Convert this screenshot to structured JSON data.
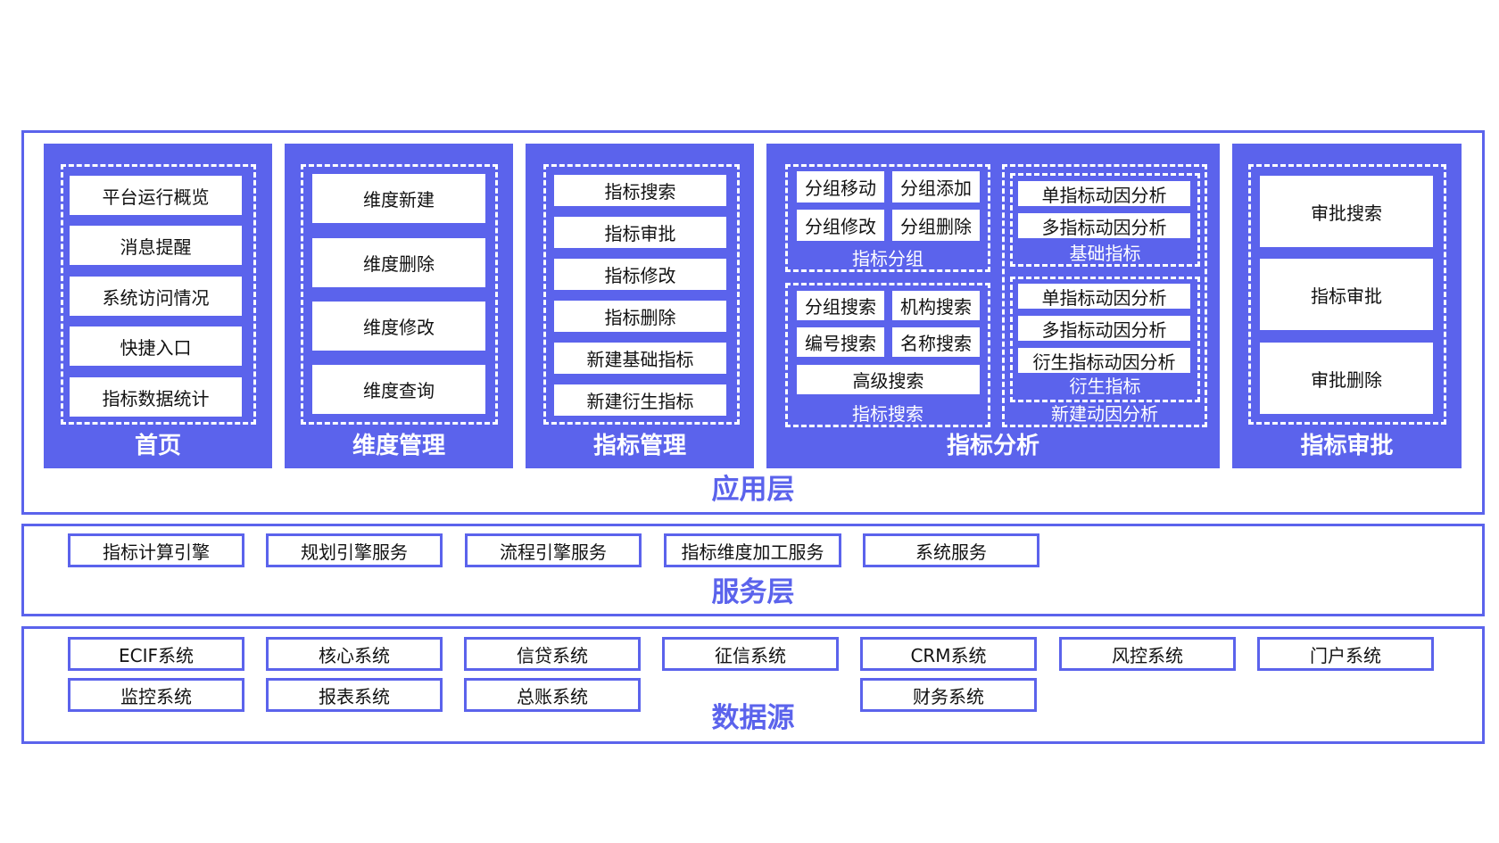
{
  "layers": {
    "app": "应用层",
    "service": "服务层",
    "data": "数据源"
  },
  "app": {
    "home": {
      "title": "首页",
      "items": [
        "平台运行概览",
        "消息提醒",
        "系统访问情况",
        "快捷入口",
        "指标数据统计"
      ]
    },
    "dimension": {
      "title": "维度管理",
      "items": [
        "维度新建",
        "维度删除",
        "维度修改",
        "维度查询"
      ]
    },
    "metric_mgmt": {
      "title": "指标管理",
      "items": [
        "指标搜索",
        "指标审批",
        "指标修改",
        "指标删除",
        "新建基础指标",
        "新建衍生指标"
      ]
    },
    "analysis": {
      "title": "指标分析",
      "group": {
        "title": "指标分组",
        "items": [
          "分组移动",
          "分组添加",
          "分组修改",
          "分组删除"
        ]
      },
      "search": {
        "title": "指标搜索",
        "items": [
          "分组搜索",
          "机构搜索",
          "编号搜索",
          "名称搜索",
          "高级搜索"
        ]
      },
      "factor": {
        "title": "新建动因分析",
        "basic": {
          "title": "基础指标",
          "items": [
            "单指标动因分析",
            "多指标动因分析"
          ]
        },
        "derived": {
          "title": "衍生指标",
          "items": [
            "单指标动因分析",
            "多指标动因分析",
            "衍生指标动因分析"
          ]
        }
      }
    },
    "approval": {
      "title": "指标审批",
      "items": [
        "审批搜索",
        "指标审批",
        "审批删除"
      ]
    }
  },
  "services": [
    "指标计算引擎",
    "规划引擎服务",
    "流程引擎服务",
    "指标维度加工服务",
    "系统服务"
  ],
  "sources": {
    "row1": [
      "ECIF系统",
      "核心系统",
      "信贷系统",
      "征信系统",
      "CRM系统",
      "风控系统",
      "门户系统"
    ],
    "row2": [
      "监控系统",
      "报表系统",
      "总账系统",
      "财务系统"
    ]
  },
  "colors": {
    "accent": "#5b63ec",
    "background": "#ffffff"
  }
}
